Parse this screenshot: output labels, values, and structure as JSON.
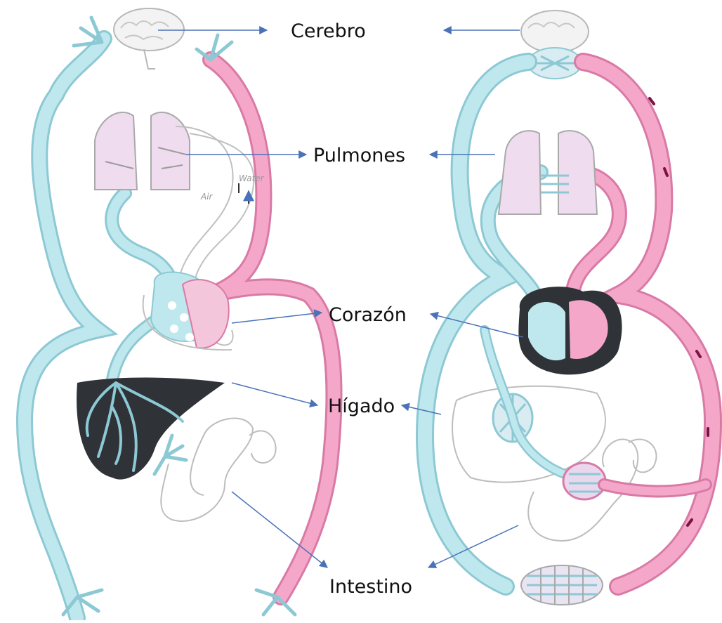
{
  "labels": {
    "cerebro": "Cerebro",
    "pulmones": "Pulmones",
    "corazon": "Corazón",
    "higado": "Hígado",
    "intestino": "Intestino"
  },
  "annotations": {
    "water": "Water",
    "air": "Air"
  },
  "colors": {
    "deoxygenated": "#bfe8ee",
    "deoxygenated_edge": "#8cc9d4",
    "oxygenated": "#f4a7c9",
    "oxygenated_edge": "#d97aa6",
    "organ_dark": "#2f3236",
    "lung_fill": "#efdcef",
    "arrow": "#4a72b8",
    "outline": "#b8b8b8"
  }
}
